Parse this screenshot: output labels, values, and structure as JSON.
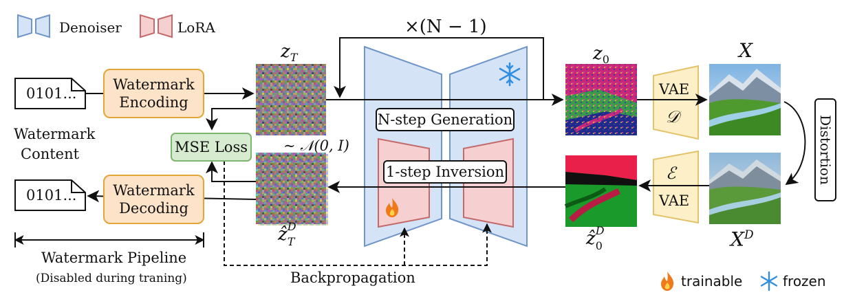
{
  "legend": {
    "denoiser": "Denoiser",
    "lora": "LoRA",
    "trainable": "trainable",
    "frozen": "frozen",
    "trainable_icon": "fire-icon",
    "frozen_icon": "snowflake-icon"
  },
  "colors": {
    "denoiser_fill": "#d4e3f6",
    "denoiser_stroke": "#6f95c9",
    "lora_fill": "#f6d0d0",
    "lora_stroke": "#c56a6a",
    "watermark_fill": "#fde3c7",
    "watermark_stroke": "#e3a438",
    "mse_fill": "#d7ebd0",
    "mse_stroke": "#7bb66e",
    "vae_fill": "#fdf0c8",
    "vae_stroke": "#e3c36a"
  },
  "loop_label": "×(N − 1)",
  "watermark": {
    "input_bits": "0101...",
    "output_bits": "0101...",
    "content_label_1": "Watermark",
    "content_label_2": "Content",
    "encoding_1": "Watermark",
    "encoding_2": "Encoding",
    "decoding_1": "Watermark",
    "decoding_2": "Decoding",
    "pipeline_label": "Watermark Pipeline",
    "pipeline_note": "(Disabled during traning)"
  },
  "loss": {
    "mse": "MSE Loss",
    "backprop": "Backpropagation"
  },
  "latents": {
    "zT": "z",
    "zT_sub": "T",
    "noise_dist": "∼ 𝒩(0, I)",
    "zT_hat": "ẑ",
    "zT_hat_sub": "T",
    "zT_hat_sup": "D",
    "z0": "z",
    "z0_sub": "0",
    "z0_hat": "ẑ",
    "z0_hat_sub": "0",
    "z0_hat_sup": "D"
  },
  "steps": {
    "generation": "N-step Generation",
    "inversion": "1-step Inversion"
  },
  "vae": {
    "decoder_label": "VAE",
    "decoder_symbol": "𝒟",
    "encoder_symbol": "ℰ",
    "encoder_label": "VAE"
  },
  "images": {
    "x": "X",
    "xd": "X",
    "xd_sup": "D",
    "distortion": "Distortion"
  }
}
